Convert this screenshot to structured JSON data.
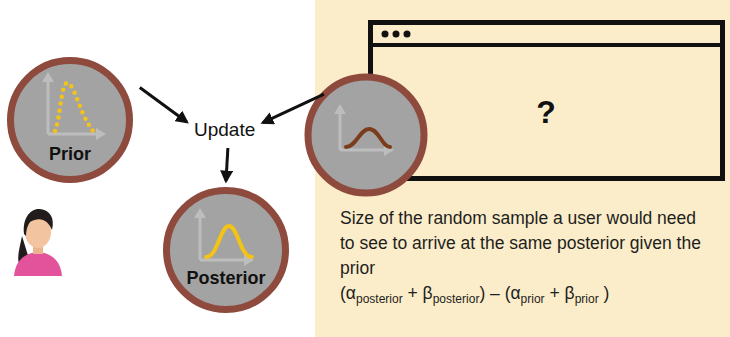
{
  "diagram": {
    "nodes": [
      {
        "text": [
          "Prior"
        ]
      },
      {
        "text": [
          "Update"
        ]
      },
      {
        "text": [
          "Posterior"
        ]
      },
      {
        "text": [
          "Size of the random sample a user would need to see to arrive at the same posterior given the prior"
        ]
      },
      {
        "text": [
          "?"
        ],
        "in": 3
      }
    ],
    "edges": [
      {
        "from": 0,
        "to": 1,
        "arrow": "to"
      },
      {
        "from": 3,
        "to": 1,
        "arrow": "to"
      },
      {
        "from": 1,
        "to": 2,
        "arrow": "to"
      }
    ],
    "labels": [
      "(α",
      "posterior",
      "+ β",
      "posterior",
      ") – (α",
      "prior",
      "+ β",
      "prior",
      ")"
    ]
  }
}
